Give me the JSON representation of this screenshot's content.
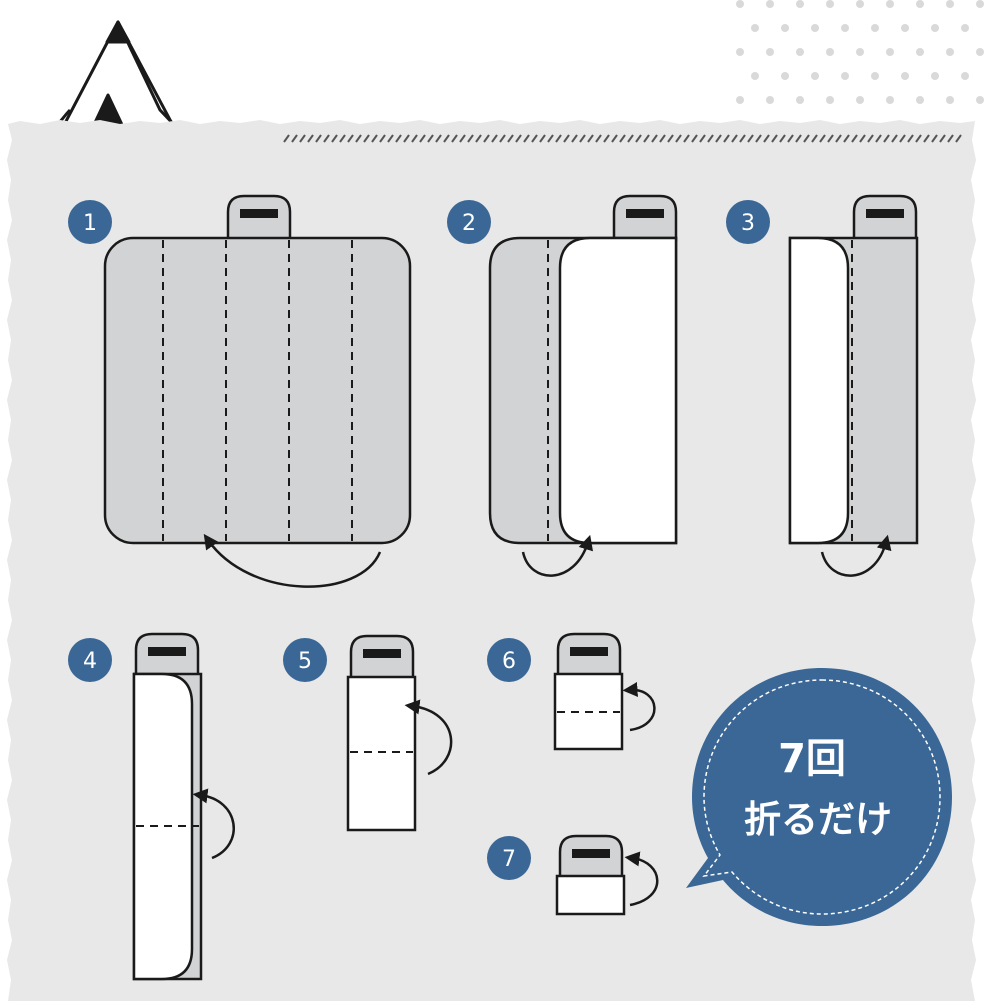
{
  "steps": [
    {
      "number": "1"
    },
    {
      "number": "2"
    },
    {
      "number": "3"
    },
    {
      "number": "4"
    },
    {
      "number": "5"
    },
    {
      "number": "6"
    },
    {
      "number": "7"
    }
  ],
  "bubble": {
    "line1": "7回",
    "line2": "折るだけ"
  },
  "colors": {
    "badge": "#3a6795",
    "panel": "#e8e8e8",
    "mat": "#d2d3d5",
    "outline": "#1a1a1a",
    "dots": "#d9d9d9"
  }
}
